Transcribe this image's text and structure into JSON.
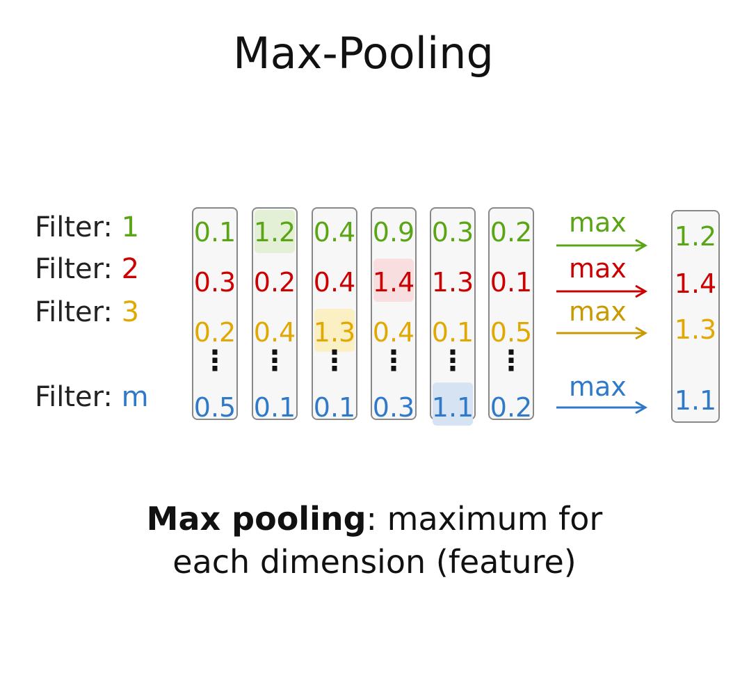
{
  "title": "Max-Pooling",
  "colors": {
    "filter1": "#5aa514",
    "filter2": "#cc0000",
    "filter3": "#e0a800",
    "filterm": "#2f79c9",
    "hl1": "#e3f0d6",
    "hl2": "#f8dede",
    "hl3": "#fbf0c4",
    "hlm": "#d5e3f2"
  },
  "filters": [
    {
      "prefix": "Filter: ",
      "id": "1"
    },
    {
      "prefix": "Filter: ",
      "id": "2"
    },
    {
      "prefix": "Filter: ",
      "id": "3"
    },
    {
      "prefix": "Filter: ",
      "id": "m"
    }
  ],
  "columns": [
    [
      "0.1",
      "0.3",
      "0.2",
      "0.5"
    ],
    [
      "1.2",
      "0.2",
      "0.4",
      "0.1"
    ],
    [
      "0.4",
      "0.4",
      "1.3",
      "0.1"
    ],
    [
      "0.9",
      "1.4",
      "0.4",
      "0.3"
    ],
    [
      "0.3",
      "1.3",
      "0.1",
      "1.1"
    ],
    [
      "0.2",
      "0.1",
      "0.5",
      "0.2"
    ]
  ],
  "dots": "⋮",
  "arrow_label": "max",
  "result": [
    "1.2",
    "1.4",
    "1.3",
    "1.1"
  ],
  "caption": {
    "bold": "Max pooling",
    "rest_line1": ": maximum for",
    "line2": "each dimension (feature)"
  }
}
